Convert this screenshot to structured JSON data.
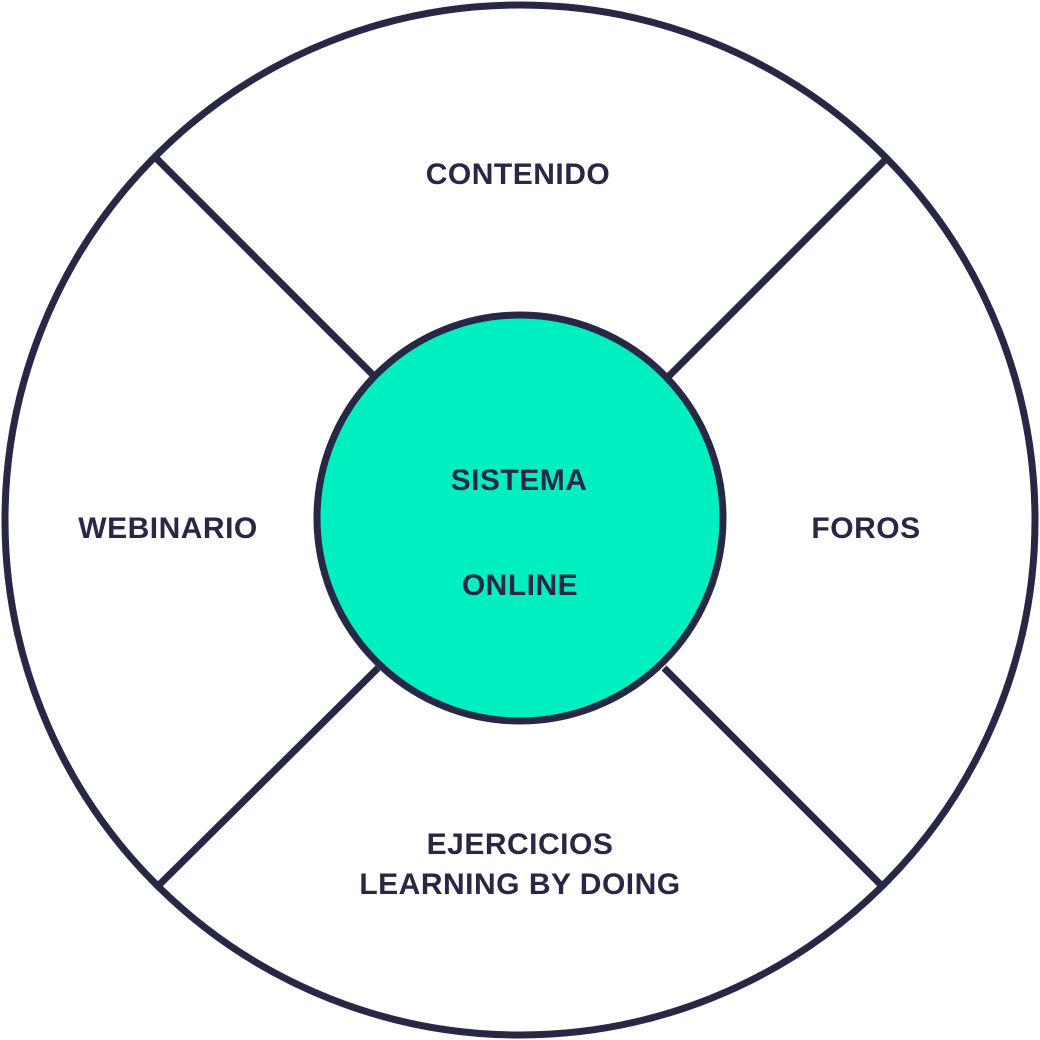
{
  "colors": {
    "stroke": "#262845",
    "center_fill": "#00efc0",
    "background": "#ffffff",
    "text": "#262845"
  },
  "center": {
    "line1": "SISTEMA",
    "line2": "ONLINE"
  },
  "segments": {
    "top": {
      "label": "CONTENIDO"
    },
    "right": {
      "label": "FOROS"
    },
    "left": {
      "label": "WEBINARIO"
    },
    "bottom": {
      "line1": "EJERCICIOS",
      "line2": "LEARNING BY DOING"
    }
  }
}
